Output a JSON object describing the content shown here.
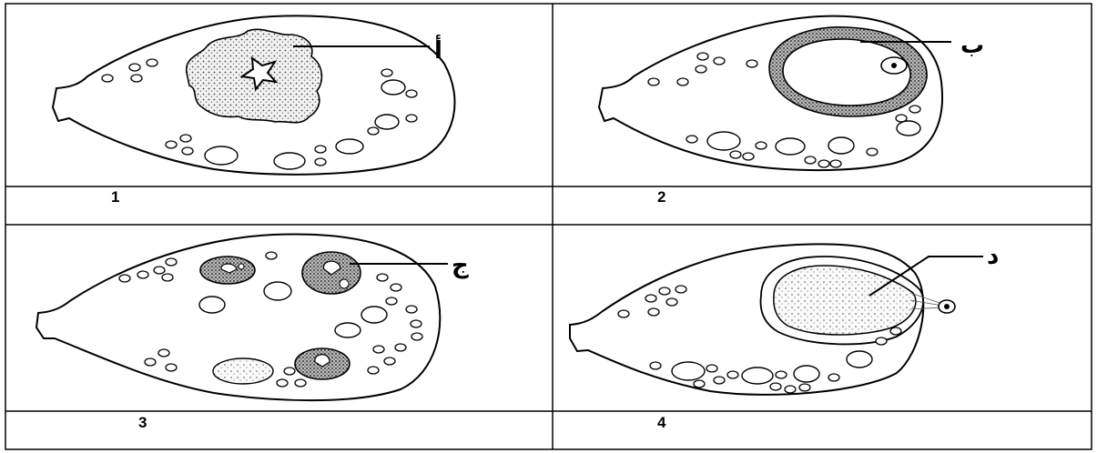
{
  "panels": [
    {
      "number": "1",
      "label": "أ"
    },
    {
      "number": "2",
      "label": "ب"
    },
    {
      "number": "3",
      "label": "ج"
    },
    {
      "number": "4",
      "label": "د"
    }
  ]
}
